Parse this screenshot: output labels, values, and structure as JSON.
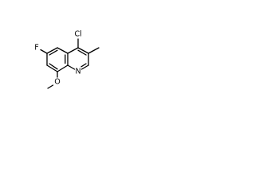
{
  "molecule": {
    "atoms": {
      "cl": {
        "label": "Cl",
        "color": "#000000"
      },
      "f": {
        "label": "F",
        "color": "#000000"
      },
      "n": {
        "label": "N",
        "color": "#000000"
      },
      "o": {
        "label": "O",
        "color": "#000000"
      }
    }
  }
}
